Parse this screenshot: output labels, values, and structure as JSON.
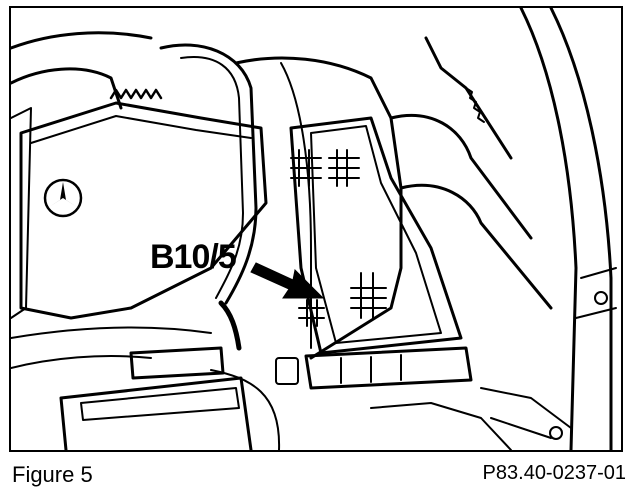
{
  "figure": {
    "label": "Figure 5",
    "code": "P83.40-0237-01"
  },
  "callout": {
    "text": "B10/5"
  },
  "colors": {
    "ink": "#000000",
    "paper": "#ffffff"
  },
  "icons": [
    "mercedes-star-icon"
  ]
}
